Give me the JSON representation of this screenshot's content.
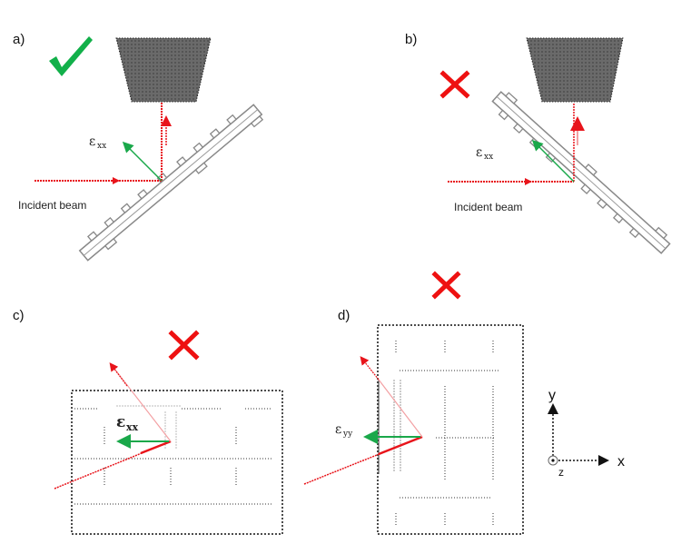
{
  "panels": {
    "a": {
      "label": "a)",
      "verdict": "correct",
      "verdict_icon": "check-icon",
      "strain_symbol": "ε",
      "strain_subscript": "xx",
      "beam_caption": "Incident beam"
    },
    "b": {
      "label": "b)",
      "verdict": "incorrect",
      "verdict_icon": "cross-icon",
      "strain_symbol": "ε",
      "strain_subscript": "xx",
      "beam_caption": "Incident beam"
    },
    "c": {
      "label": "c)",
      "verdict": "incorrect",
      "verdict_icon": "cross-icon",
      "strain_symbol": "ε",
      "strain_subscript": "xx"
    },
    "d": {
      "label": "d)",
      "verdict": "incorrect",
      "verdict_icon": "cross-icon",
      "strain_symbol": "ε",
      "strain_subscript": "yy"
    }
  },
  "axes": {
    "x_label": "x",
    "y_label": "y",
    "z_label": "z"
  },
  "colors": {
    "beam": "#e8141b",
    "beam_faint": "#f3a0a3",
    "strain_arrow": "#1aa84a",
    "check": "#12b04a",
    "cross": "#ee1111",
    "detector": "#666666",
    "sample_outline": "#8a8a8a"
  }
}
